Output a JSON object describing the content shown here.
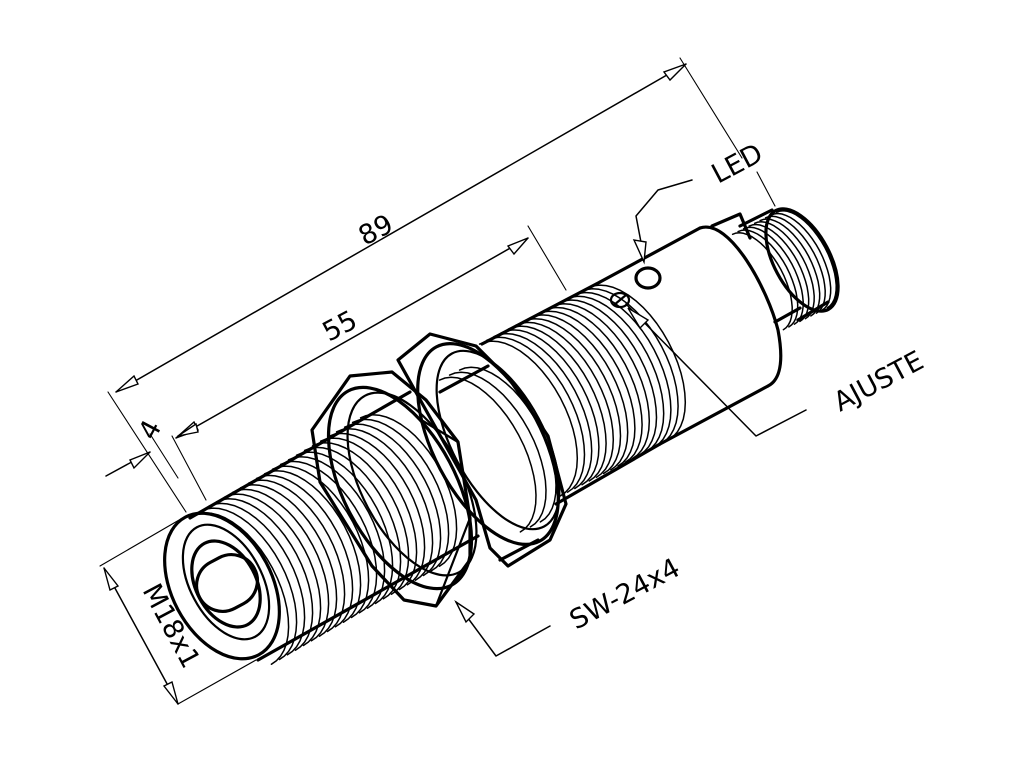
{
  "dimensions": {
    "overall_length": "89",
    "thread_length": "55",
    "flange_thickness": "4",
    "thread_size": "M18x1"
  },
  "callouts": {
    "led": "LED",
    "adjust": "AJUSTE",
    "nut": "SW-24x4"
  }
}
